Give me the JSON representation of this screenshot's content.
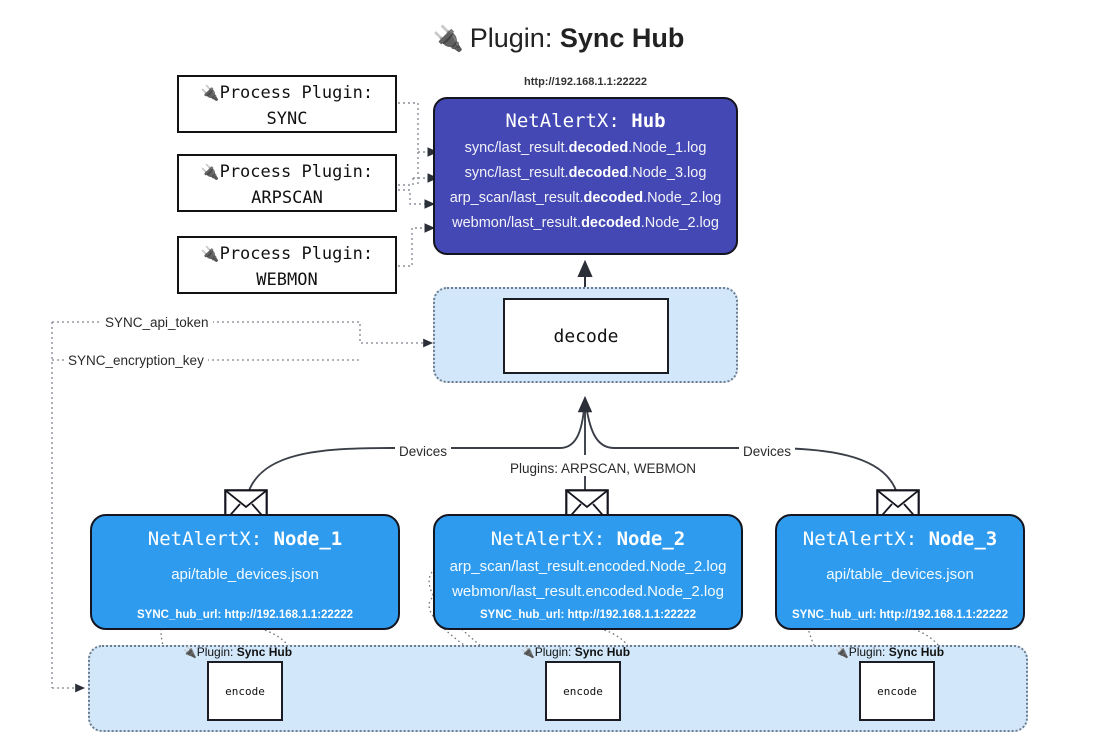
{
  "title": {
    "icon": "plug-icon",
    "glyph": "🔌",
    "prefix": "Plugin: ",
    "name": "Sync Hub"
  },
  "process_plugins": [
    {
      "glyph": "🔌",
      "line1": "Process Plugin:",
      "line2": "SYNC"
    },
    {
      "glyph": "🔌",
      "line1": "Process Plugin:",
      "line2": "ARPSCAN"
    },
    {
      "glyph": "🔌",
      "line1": "Process Plugin:",
      "line2": "WEBMON"
    }
  ],
  "hub": {
    "url": "http://192.168.1.1:22222",
    "title_prefix": "NetAlertX: ",
    "title_name": "Hub",
    "color": "#4448b4",
    "lines": [
      {
        "pre": "sync/last_result.",
        "mid": "decoded",
        "post": ".Node_1.log"
      },
      {
        "pre": "sync/last_result.",
        "mid": "decoded",
        "post": ".Node_3.log"
      },
      {
        "pre": "arp_scan/last_result.",
        "mid": "decoded",
        "post": ".Node_2.log"
      },
      {
        "pre": "webmon/last_result.",
        "mid": "decoded",
        "post": ".Node_2.log"
      }
    ]
  },
  "decode": {
    "label": "decode",
    "container_color": "#d2e8fa"
  },
  "wire_labels": {
    "api_token": "SYNC_api_token",
    "encryption_key": "SYNC_encryption_key",
    "devices_left": "Devices",
    "devices_right": "Devices",
    "plugins_center": "Plugins: ARPSCAN, WEBMON"
  },
  "nodes": [
    {
      "title_prefix": "NetAlertX: ",
      "title_name": "Node_1",
      "color": "#2e9bee",
      "lines": [
        "api/table_devices.json"
      ],
      "hub_url": "SYNC_hub_url: http://192.168.1.1:22222",
      "envelope": "envelope-icon"
    },
    {
      "title_prefix": "NetAlertX: ",
      "title_name": "Node_2",
      "color": "#2e9bee",
      "lines": [
        "arp_scan/last_result.encoded.Node_2.log",
        "webmon/last_result.encoded.Node_2.log"
      ],
      "hub_url": "SYNC_hub_url: http://192.168.1.1:22222",
      "envelope": "envelope-icon"
    },
    {
      "title_prefix": "NetAlertX: ",
      "title_name": "Node_3",
      "color": "#2e9bee",
      "lines": [
        "api/table_devices.json"
      ],
      "hub_url": "SYNC_hub_url: http://192.168.1.1:22222",
      "envelope": "envelope-icon"
    }
  ],
  "plugin_band": {
    "container_color": "#d2e8fa",
    "entries": [
      {
        "glyph": "🔌",
        "label_prefix": "Plugin: ",
        "label_name": "Sync Hub",
        "box": "encode"
      },
      {
        "glyph": "🔌",
        "label_prefix": "Plugin: ",
        "label_name": "Sync Hub",
        "box": "encode"
      },
      {
        "glyph": "🔌",
        "label_prefix": "Plugin: ",
        "label_name": "Sync Hub",
        "box": "encode"
      }
    ]
  }
}
